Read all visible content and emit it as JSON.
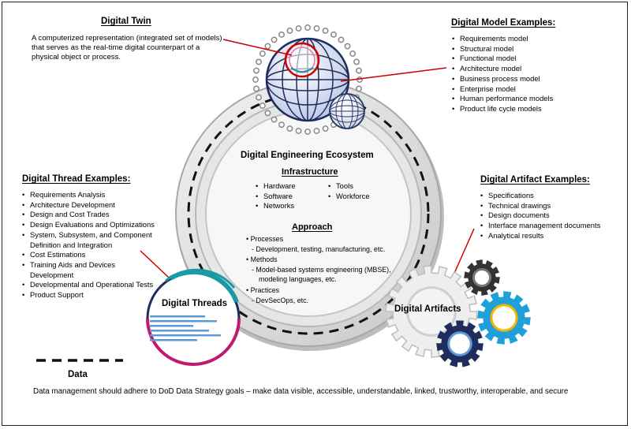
{
  "digital_twin": {
    "title": "Digital Twin",
    "description": "A computerized representation (integrated set of models) that serves as the real-time digital counterpart of a physical object or process."
  },
  "digital_model_examples": {
    "title": "Digital Model Examples:",
    "items": [
      "Requirements model",
      "Structural model",
      "Functional model",
      "Architecture model",
      "Business process model",
      "Enterprise model",
      "Human performance models",
      "Product life cycle models"
    ]
  },
  "digital_thread_examples": {
    "title": "Digital Thread Examples:",
    "items": [
      "Requirements Analysis",
      "Architecture Development",
      "Design and Cost Trades",
      "Design Evaluations and Optimizations",
      "System, Subsystem, and Component Definition and Integration",
      "Cost Estimations",
      "Training Aids and Devices Development",
      "Developmental and Operational Tests",
      "Product Support"
    ]
  },
  "digital_artifact_examples": {
    "title": "Digital Artifact Examples:",
    "items": [
      "Specifications",
      "Technical drawings",
      "Design documents",
      "Interface management documents",
      "Analytical results"
    ]
  },
  "ecosystem": {
    "title": "Digital Engineering Ecosystem",
    "infrastructure_title": "Infrastructure",
    "infrastructure_left": [
      "Hardware",
      "Software",
      "Networks"
    ],
    "infrastructure_right": [
      "Tools",
      "Workforce"
    ],
    "approach_title": "Approach",
    "processes": "Processes",
    "processes_detail": "Development, testing, manufacturing, etc.",
    "methods": "Methods",
    "methods_detail_1": "Model-based systems engineering (MBSE),",
    "methods_detail_2": "modeling languages, etc.",
    "practices": "Practices",
    "practices_detail": "DevSecOps, etc."
  },
  "labels": {
    "digital_threads": "Digital Threads",
    "digital_artifacts": "Digital Artifacts",
    "data": "Data"
  },
  "footer": "Data management should adhere to DoD Data Strategy goals – make data visible, accessible, understandable, linked, trustworthy, interoperable, and secure",
  "colors": {
    "connector": "#cc0000",
    "teal": "#1a9aa6",
    "magenta": "#c2186e",
    "navy": "#1f2c5c",
    "light_blue": "#5b9bd5",
    "gear_blue": "#1fa0d8",
    "gear_yellow": "#f5b400",
    "gear_dark": "#333333"
  }
}
